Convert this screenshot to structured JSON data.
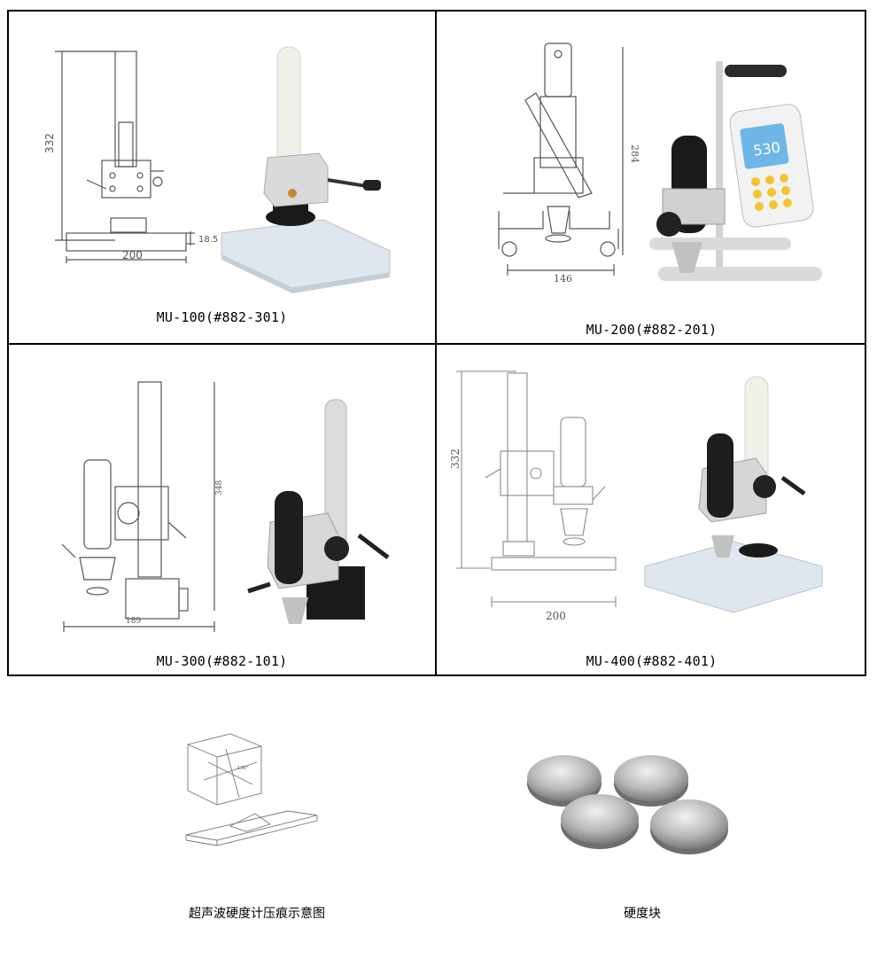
{
  "models": [
    {
      "caption": "MU-100(#882-301)",
      "dims": {
        "height": "332",
        "width": "200",
        "base": "18.5"
      }
    },
    {
      "caption": "MU-200(#882-201)",
      "dims": {
        "height": "284",
        "width": "146"
      },
      "screen_value": "530"
    },
    {
      "caption": "MU-300(#882-101)",
      "dims": {
        "height": "348",
        "width": "189"
      }
    },
    {
      "caption": "MU-400(#882-401)",
      "dims": {
        "height": "332",
        "width": "200"
      }
    }
  ],
  "bottom": {
    "indent_caption": "超声波硬度计压痕示意图",
    "block_caption": "硬度块",
    "indent_angle_label": "136°"
  },
  "colors": {
    "line": "#000000",
    "drawing": "#555555",
    "metal": "#c8cacc",
    "black": "#1a1a1a",
    "base": "#dfe6ee",
    "screen": "#6fb6e8",
    "keys": "#f2c531"
  }
}
